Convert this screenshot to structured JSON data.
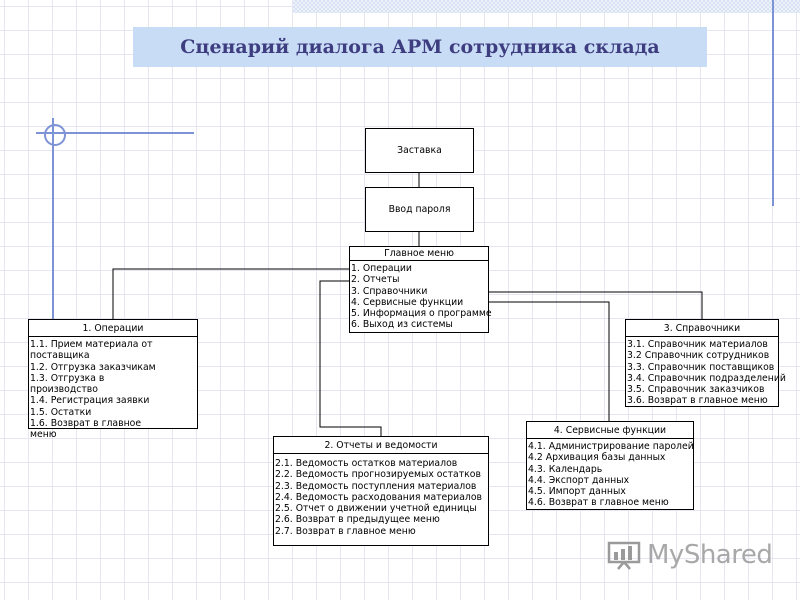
{
  "title": "Сценарий диалога АРМ сотрудника склада",
  "boxes": {
    "splash": "Заставка",
    "password": "Ввод пароля",
    "main_menu": {
      "header": "Главное меню",
      "items": [
        "1. Операции",
        "2. Отчеты",
        "3. Справочники",
        "4. Сервисные функции",
        "5. Информация о программе",
        "6. Выход из системы"
      ]
    },
    "operations": {
      "header": "1. Операции",
      "items": [
        "1.1. Прием материала от поставщика",
        "1.2. Отгрузка заказчикам",
        "1.3. Отгрузка в производство",
        "1.4. Регистрация заявки",
        "1.5. Остатки",
        "1.6. Возврат в главное меню"
      ]
    },
    "reports": {
      "header": "2. Отчеты и ведомости",
      "items": [
        "2.1. Ведомость остатков материалов",
        "2.2. Ведомость прогнозируемых остатков",
        "2.3. Ведомость поступления материалов",
        "2.4. Ведомость расходования материалов",
        "2.5. Отчет о движении учетной единицы",
        "2.6. Возврат в предыдущее меню",
        "2.7. Возврат в главное меню"
      ]
    },
    "directories": {
      "header": "3. Справочники",
      "items": [
        "3.1. Справочник материалов",
        "3.2 Справочник сотрудников",
        "3.3. Справочник поставщиков",
        "3.4. Справочник подразделений",
        "3.5. Справочник заказчиков",
        "3.6. Возврат в главное меню"
      ]
    },
    "service": {
      "header": "4. Сервисные функции",
      "items": [
        "4.1. Администрирование паролей",
        "4.2 Архивация базы данных",
        "4.3. Календарь",
        "4.4. Экспорт данных",
        "4.5. Импорт данных",
        "4.6. Возврат в главное меню"
      ]
    }
  },
  "logo": {
    "text": "MyShared"
  },
  "colors": {
    "title_bg": "#c9dcf6",
    "title_text": "#3d3d80",
    "accent_line": "#7e93d6"
  }
}
